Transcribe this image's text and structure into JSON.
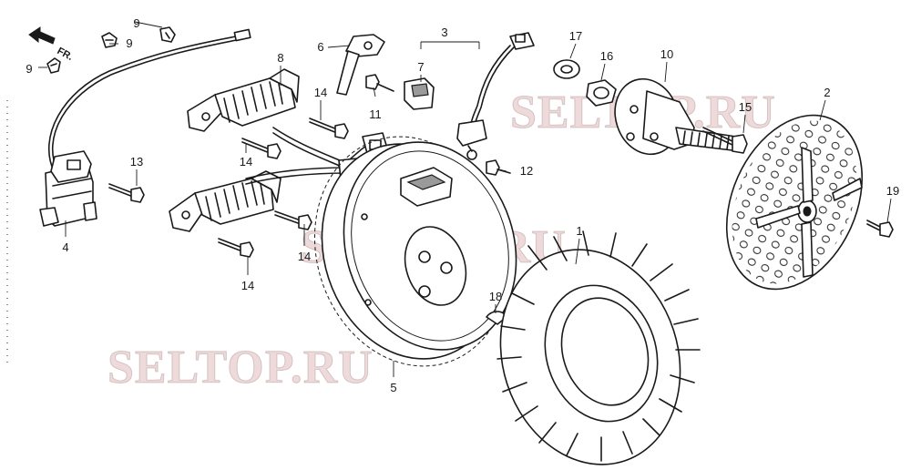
{
  "direction_marker": {
    "label": "FR.",
    "icon": "direction-arrow-icon"
  },
  "watermark": {
    "text": "SELTOP.RU"
  },
  "callouts": [
    {
      "id": "c1",
      "text": "1"
    },
    {
      "id": "c2",
      "text": "2"
    },
    {
      "id": "c3",
      "text": "3"
    },
    {
      "id": "c4",
      "text": "4"
    },
    {
      "id": "c5",
      "text": "5"
    },
    {
      "id": "c6",
      "text": "6"
    },
    {
      "id": "c7",
      "text": "7"
    },
    {
      "id": "c8",
      "text": "8"
    },
    {
      "id": "c9a",
      "text": "9"
    },
    {
      "id": "c9b",
      "text": "9"
    },
    {
      "id": "c9c",
      "text": "9"
    },
    {
      "id": "c10",
      "text": "10"
    },
    {
      "id": "c11",
      "text": "11"
    },
    {
      "id": "c12",
      "text": "12"
    },
    {
      "id": "c13",
      "text": "13"
    },
    {
      "id": "c14a",
      "text": "14"
    },
    {
      "id": "c14b",
      "text": "14"
    },
    {
      "id": "c14c",
      "text": "14"
    },
    {
      "id": "c14d",
      "text": "14"
    },
    {
      "id": "c15",
      "text": "15"
    },
    {
      "id": "c16",
      "text": "16"
    },
    {
      "id": "c17",
      "text": "17"
    },
    {
      "id": "c18",
      "text": "18"
    },
    {
      "id": "c19",
      "text": "19"
    }
  ]
}
